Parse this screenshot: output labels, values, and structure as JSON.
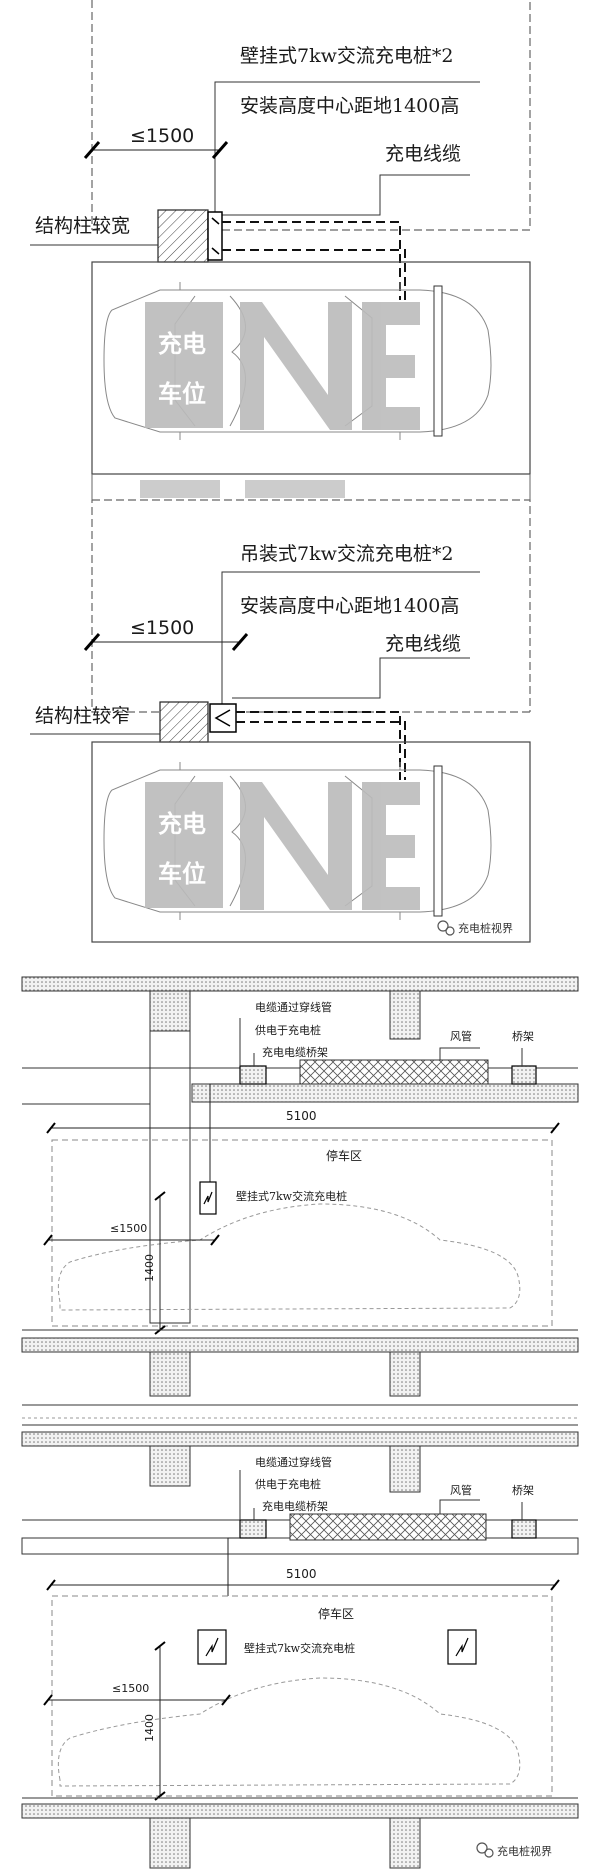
{
  "plan_top": {
    "charger_label": "壁挂式7kw交流充电桩*2",
    "height_label": "安装高度中心距地1400高",
    "cable_label": "充电线缆",
    "dimension": "≤1500",
    "column_label": "结构柱较宽",
    "watermark_line1": "充电",
    "watermark_line2": "车位"
  },
  "plan_bottom": {
    "charger_label": "吊装式7kw交流充电桩*2",
    "height_label": "安装高度中心距地1400高",
    "cable_label": "充电线缆",
    "dimension": "≤1500",
    "column_label": "结构柱较窄",
    "watermark_line1": "充电",
    "watermark_line2": "车位",
    "source": "充电桩视界"
  },
  "section_top": {
    "conduit_label_1": "电缆通过穿线管",
    "conduit_label_2": "供电于充电桩",
    "tray_label": "充电电缆桥架",
    "duct_label": "风管",
    "bridge_label": "桥架",
    "width_dim": "5100",
    "zone_label": "停车区",
    "charger_label": "壁挂式7kw交流充电桩",
    "dim_1500": "≤1500",
    "dim_1400": "1400"
  },
  "section_bottom": {
    "conduit_label_1": "电缆通过穿线管",
    "conduit_label_2": "供电于充电桩",
    "tray_label": "充电电缆桥架",
    "duct_label": "风管",
    "bridge_label": "桥架",
    "width_dim": "5100",
    "zone_label": "停车区",
    "charger_label": "壁挂式7kw交流充电桩",
    "dim_1500": "≤1500",
    "dim_1400": "1400",
    "source": "充电桩视界"
  }
}
